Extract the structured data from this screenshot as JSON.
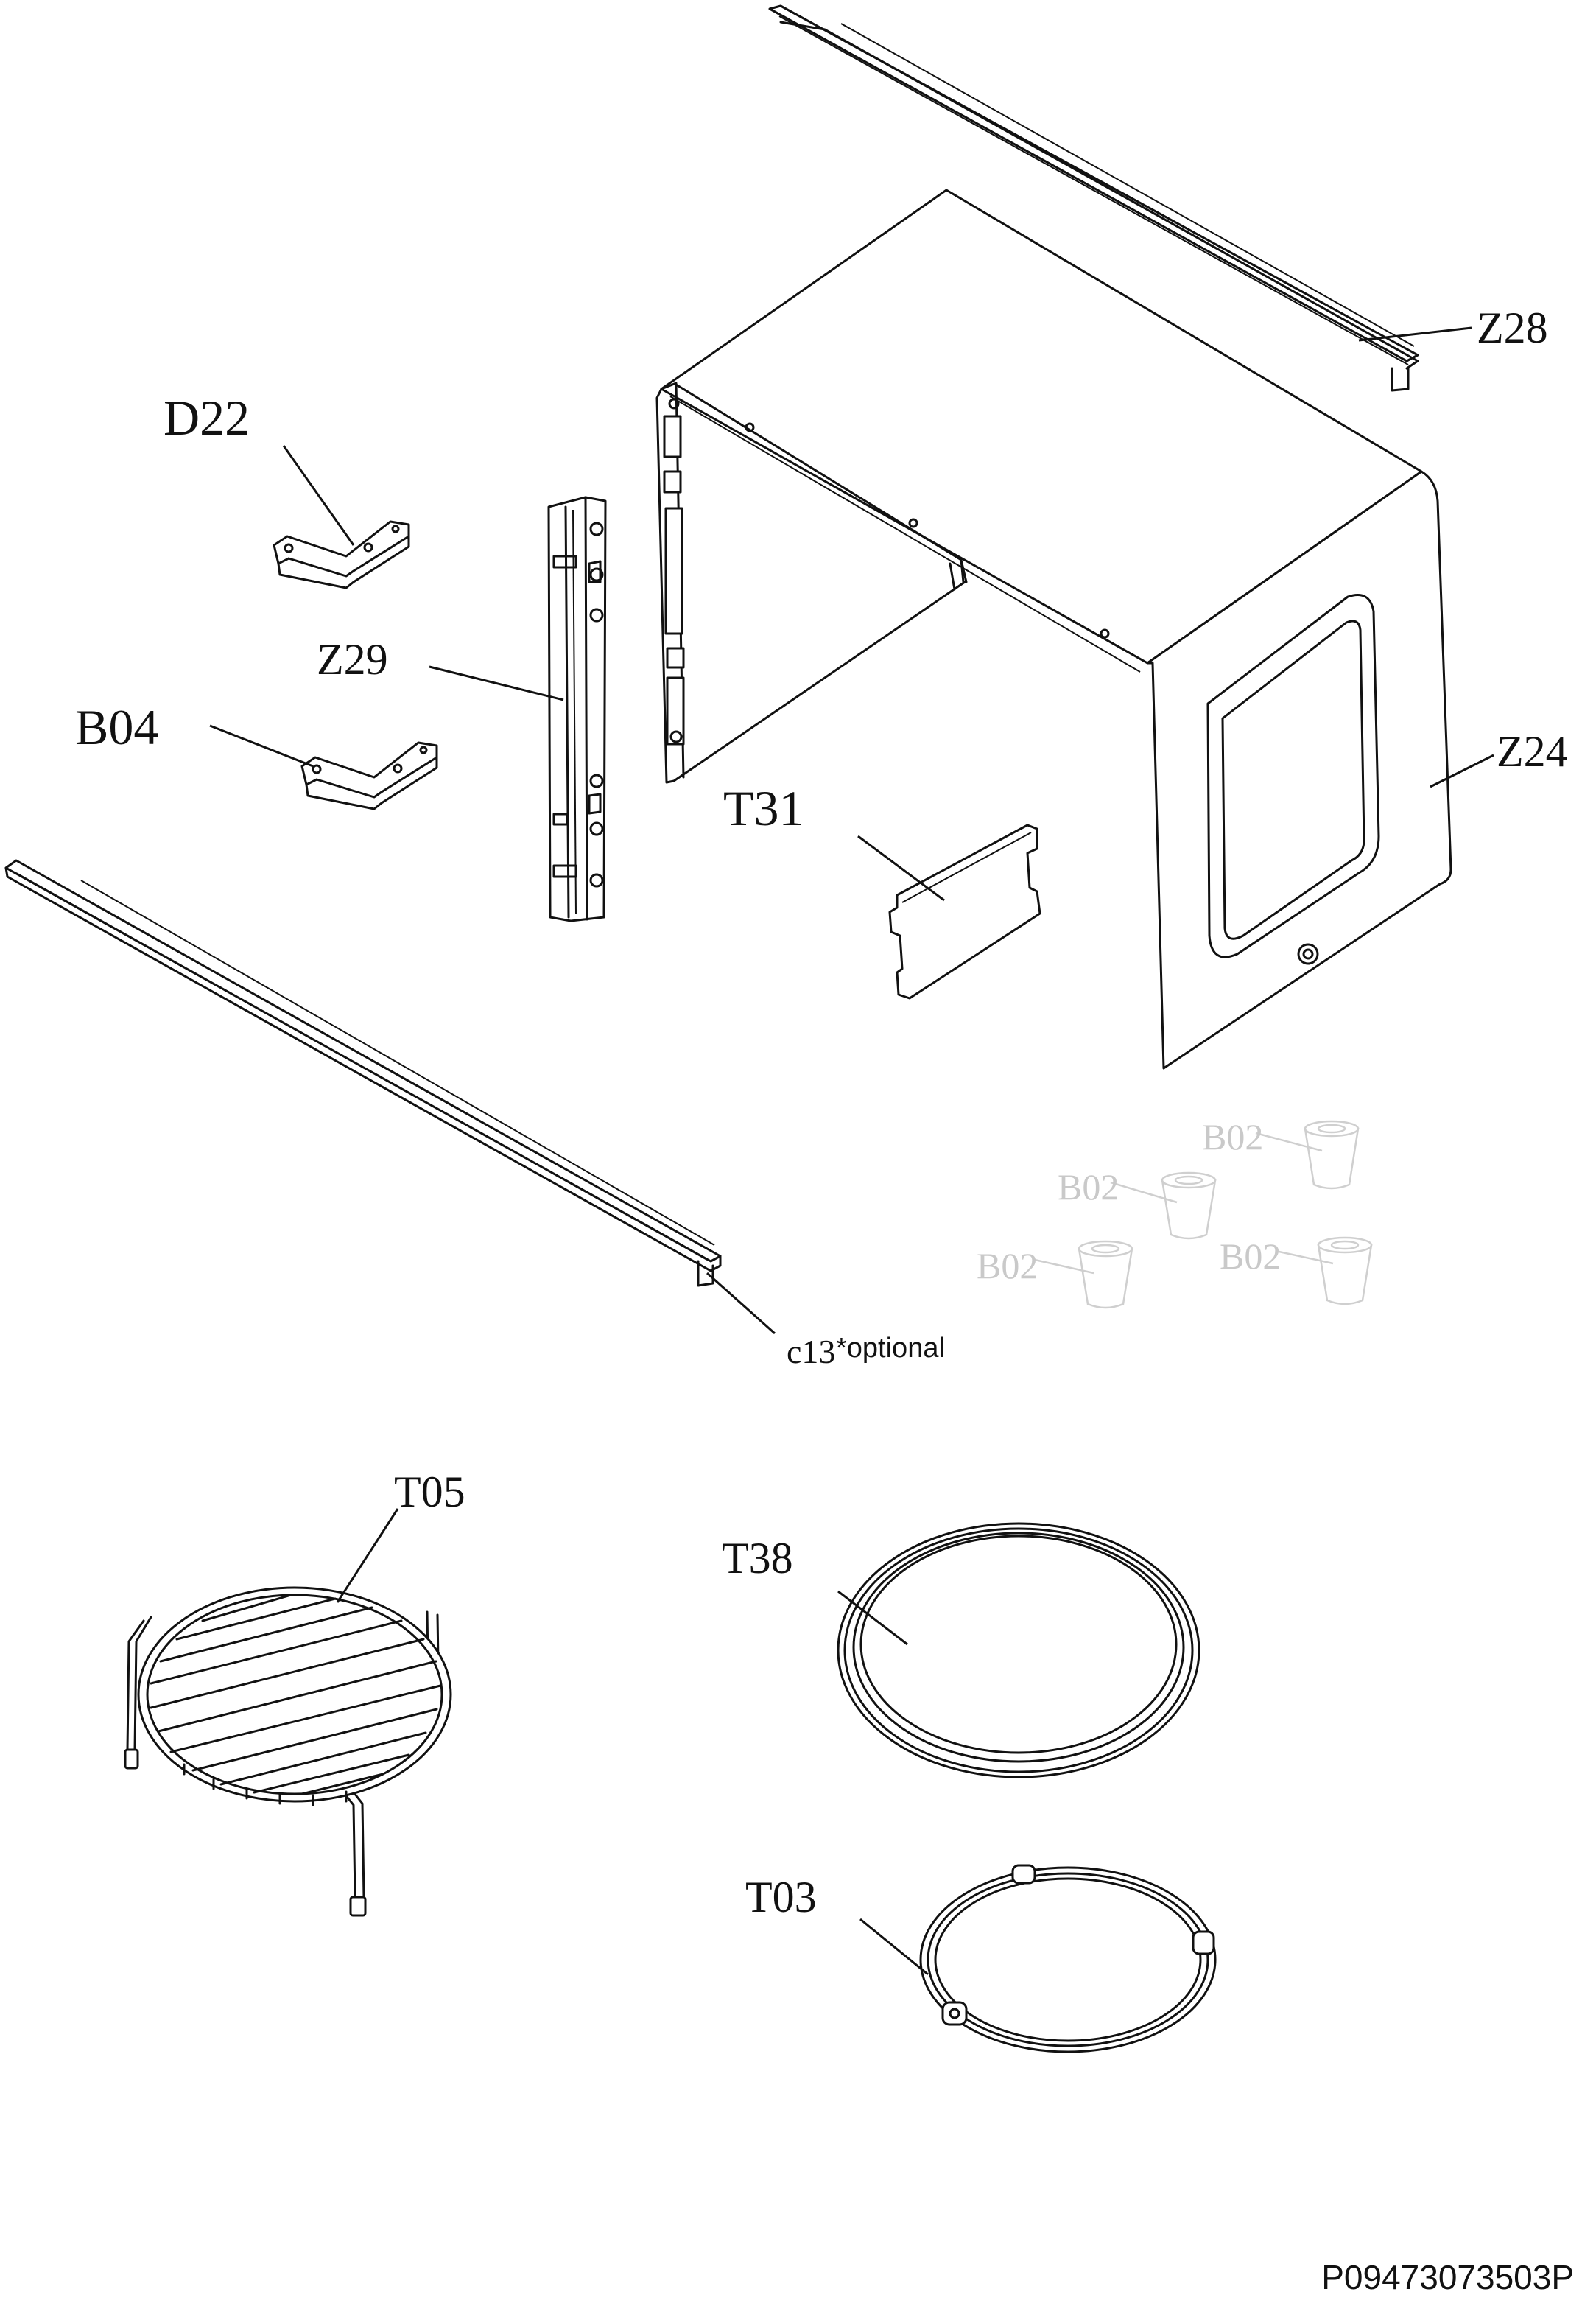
{
  "document": {
    "code": "P09473073503P"
  },
  "parts": {
    "z28": "Z28",
    "d22": "D22",
    "z29": "Z29",
    "b04": "B04",
    "t31": "T31",
    "z24": "Z24",
    "b02": "B02",
    "c13": "c13",
    "c13_note": "*optional",
    "t05": "T05",
    "t38": "T38",
    "t03": "T03"
  }
}
